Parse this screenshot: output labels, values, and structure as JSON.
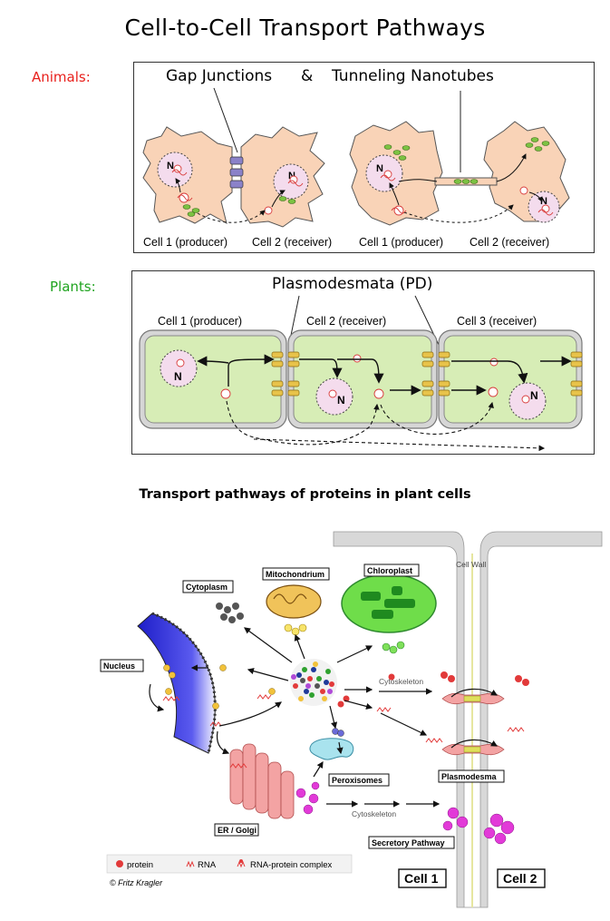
{
  "title": "Cell-to-Cell Transport Pathways",
  "animals": {
    "label": "Animals:",
    "panel_title_gap": "Gap Junctions",
    "panel_title_amp": "&",
    "panel_title_tnt": "Tunneling Nanotubes",
    "captions": [
      "Cell 1 (producer)",
      "Cell 2 (receiver)",
      "Cell 1 (producer)",
      "Cell 2 (receiver)"
    ],
    "nucleus": "N"
  },
  "plants": {
    "label": "Plants:",
    "panel_title": "Plasmodesmata (PD)",
    "cells": [
      "Cell 1 (producer)",
      "Cell 2 (receiver)",
      "Cell 3 (receiver)"
    ],
    "nucleus": "N"
  },
  "protein_figure": {
    "subtitle": "Transport pathways of proteins in plant cells",
    "labels": {
      "cell_wall": "Cell Wall",
      "cytoplasm": "Cytoplasm",
      "mitochondrium": "Mitochondrium",
      "chloroplast": "Chloroplast",
      "nucleus": "Nucleus",
      "cytoskeleton_top": "Cytoskeleton",
      "peroxisomes": "Peroxisomes",
      "plasmodesma": "Plasmodesma",
      "er_golgi": "ER / Golgi",
      "cytoskeleton_bottom": "Cytoskeleton",
      "secretory": "Secretory Pathway",
      "cell1": "Cell 1",
      "cell2": "Cell 2"
    },
    "legend": [
      "protein",
      "RNA",
      "RNA-protein complex"
    ],
    "copyright": "© Fritz Kragler"
  },
  "colors": {
    "title_animals": "#e8201c",
    "title_plants": "#1fa31f",
    "animal_cell": "#f9d3b7",
    "plant_cell": "#d7edb6",
    "gap_junction": "#8b82c9",
    "nucleus_fill": "#f4dced",
    "pd": "#e8c34a",
    "chloroplast": "#3fbf3f",
    "nucleus_blue": "#2f2fd8",
    "er": "#f3a3a3",
    "peroxisome": "#a9e3ee",
    "mito": "#f0c35a",
    "secretory": "#e23ad8"
  }
}
